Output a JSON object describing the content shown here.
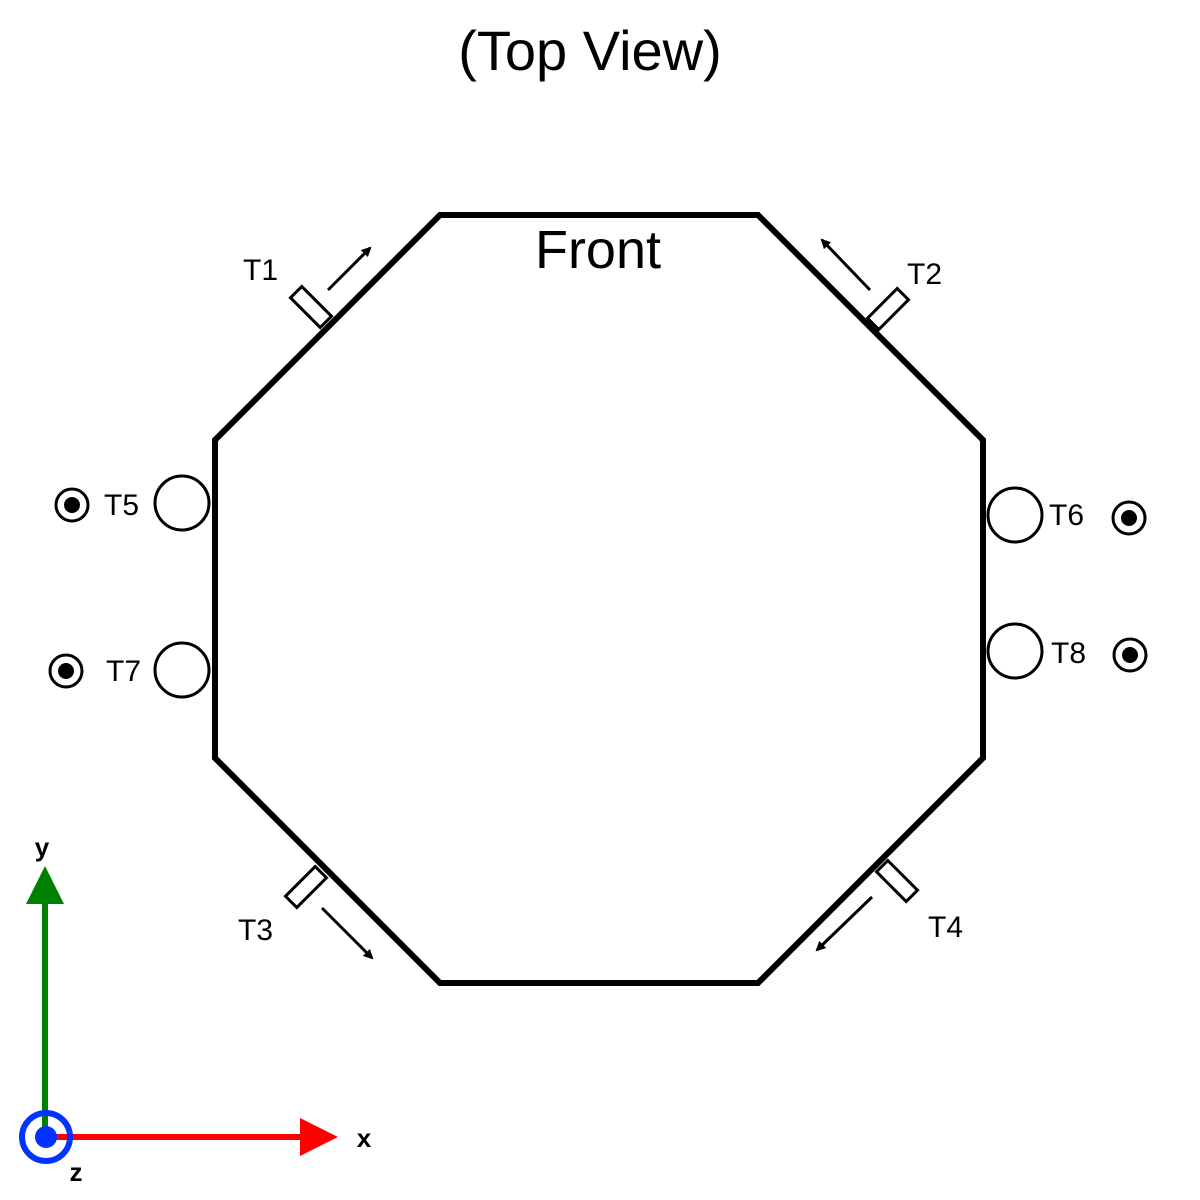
{
  "title": "(Top View)",
  "front_label": "Front",
  "thrusters": {
    "t1": "T1",
    "t2": "T2",
    "t3": "T3",
    "t4": "T4",
    "t5": "T5",
    "t6": "T6",
    "t7": "T7",
    "t8": "T8"
  },
  "axes": {
    "x": "x",
    "y": "y",
    "z": "z"
  },
  "colors": {
    "outline": "#000000",
    "x_axis": "#ff0000",
    "y_axis": "#008000",
    "z_axis": "#0033ff"
  }
}
